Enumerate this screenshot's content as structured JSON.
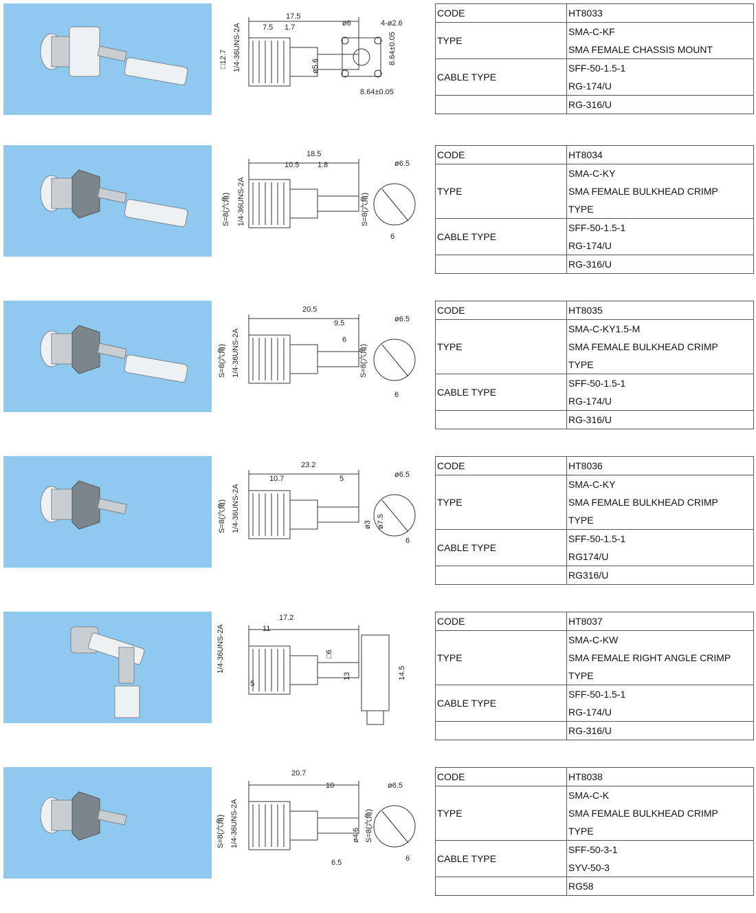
{
  "labels": {
    "code": "CODE",
    "type": "TYPE",
    "cable_type": "CABLE TYPE"
  },
  "products": [
    {
      "code": "HT8033",
      "type_lines": [
        "SMA-C-KF",
        "SMA FEMALE CHASSIS MOUNT"
      ],
      "cable_lines": [
        "SFF-50-1.5-1",
        "RG-174/U",
        "RG-316/U"
      ],
      "dims": [
        "17.5",
        "7.5",
        "1.7",
        "□12.7",
        "1/4-36UNS-2A",
        "ø5.6",
        "ø6",
        "4-ø2.6",
        "8.64±0.05",
        "8.64±0.05"
      ]
    },
    {
      "code": "HT8034",
      "type_lines": [
        "SMA-C-KY",
        "SMA FEMALE BULKHEAD CRIMP",
        "TYPE"
      ],
      "cable_lines": [
        "SFF-50-1.5-1",
        "RG-174/U",
        "RG-316/U"
      ],
      "dims": [
        "18.5",
        "10.5",
        "1.8",
        "S=8(六角)",
        "1/4-36UNS-2A",
        "S=8(六角)",
        "ø6.5",
        "6"
      ]
    },
    {
      "code": "HT8035",
      "type_lines": [
        "SMA-C-KY1.5-M",
        "SMA FEMALE BULKHEAD CRIMP",
        "TYPE"
      ],
      "cable_lines": [
        "SFF-50-1.5-1",
        "RG-174/U",
        "RG-316/U"
      ],
      "dims": [
        "20.5",
        "9.5",
        "6",
        "S=8(六角)",
        "1/4-36UNS-2A",
        "S=8(六角)",
        "ø6.5",
        "6"
      ]
    },
    {
      "code": "HT8036",
      "type_lines": [
        "SMA-C-KY",
        "SMA FEMALE BULKHEAD CRIMP",
        "TYPE"
      ],
      "cable_lines": [
        "SFF-50-1.5-1",
        "RG174/U",
        "RG316/U"
      ],
      "dims": [
        "23.2",
        "10.7",
        "5",
        "S=8(六角)",
        "1/4-36UNS-2A",
        "ø3",
        "ø7.5",
        "ø6.5",
        "6"
      ]
    },
    {
      "code": "HT8037",
      "type_lines": [
        "SMA-C-KW",
        "SMA FEMALE RIGHT ANGLE CRIMP",
        "TYPE"
      ],
      "cable_lines": [
        "SFF-50-1.5-1",
        "RG-174/U",
        "RG-316/U"
      ],
      "dims": [
        "17.2",
        "11",
        "5",
        "1/4-36UNS-2A",
        "□6",
        "13",
        "14.5"
      ]
    },
    {
      "code": "HT8038",
      "type_lines": [
        "SMA-C-K",
        "SMA FEMALE BULKHEAD CRIMP",
        "TYPE"
      ],
      "cable_lines": [
        "SFF-50-3-1",
        "SYV-50-3",
        "RG58"
      ],
      "dims": [
        "20.7",
        "10",
        "6.5",
        "S=8(六角)",
        "1/4-36UNS-2A",
        "ø4.6",
        "S=8(六角)",
        "ø6.5",
        "6"
      ]
    }
  ]
}
